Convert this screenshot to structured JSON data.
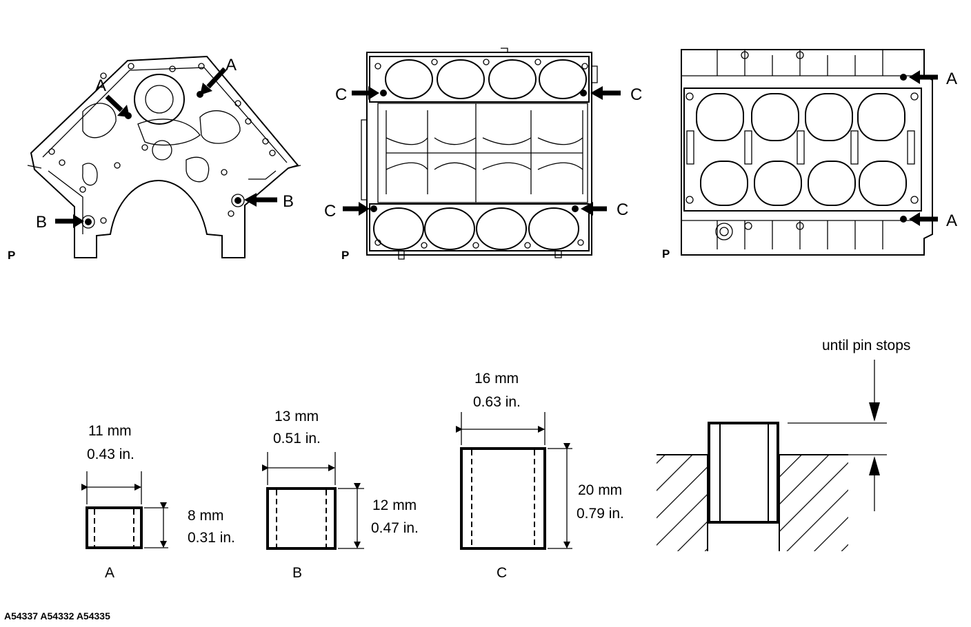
{
  "views": {
    "front": {
      "label_a1": "A",
      "label_a2": "A",
      "label_b1": "B",
      "label_b2": "B",
      "p_mark": "P"
    },
    "top": {
      "label_c1": "C",
      "label_c2": "C",
      "label_c3": "C",
      "label_c4": "C",
      "p_mark": "P"
    },
    "side": {
      "label_a1": "A",
      "label_a2": "A",
      "p_mark": "P"
    }
  },
  "pins": {
    "A": {
      "label": "A",
      "diameter_mm": "11 mm",
      "diameter_in": "0.43 in.",
      "length_mm": "8 mm",
      "length_in": "0.31 in."
    },
    "B": {
      "label": "B",
      "diameter_mm": "13 mm",
      "diameter_in": "0.51 in.",
      "length_mm": "12 mm",
      "length_in": "0.47 in."
    },
    "C": {
      "label": "C",
      "diameter_mm": "16 mm",
      "diameter_in": "0.63 in.",
      "length_mm": "20 mm",
      "length_in": "0.79 in."
    }
  },
  "install": {
    "note": "until pin stops"
  },
  "footer": {
    "codes": "A54337 A54332 A54335"
  }
}
